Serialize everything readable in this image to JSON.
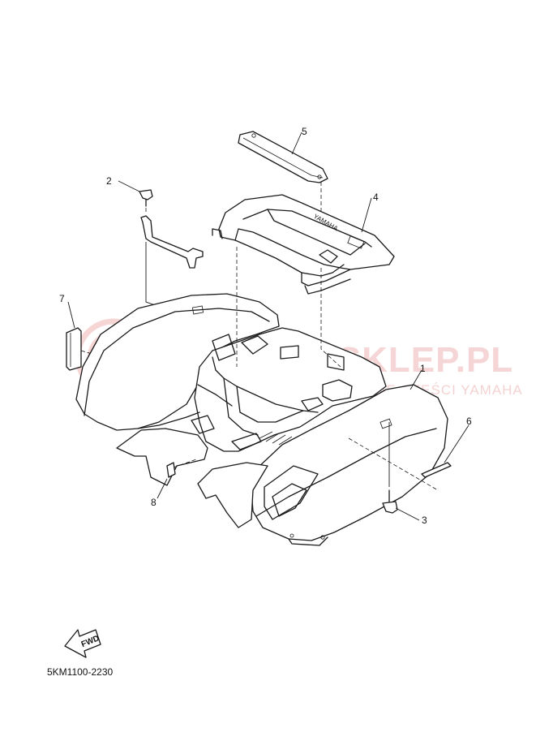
{
  "watermark": {
    "title": "YAMAHA-SKLEP.PL",
    "subtitle": "CZĘŚCI MOTOCYKLOWE CZĘŚCI YAMAHA",
    "color": "#f2c8c8"
  },
  "callouts": [
    {
      "id": "1",
      "label": "1"
    },
    {
      "id": "2",
      "label": "2"
    },
    {
      "id": "3",
      "label": "3"
    },
    {
      "id": "4",
      "label": "4"
    },
    {
      "id": "5",
      "label": "5"
    },
    {
      "id": "6",
      "label": "6"
    },
    {
      "id": "7",
      "label": "7"
    },
    {
      "id": "8",
      "label": "8"
    }
  ],
  "fwd_label": "FWD",
  "part_code": "5KM1100-2230",
  "fender_brand": "YAMAHA",
  "icons": [
    "fwd-arrow-icon",
    "watermark-logo-icon"
  ]
}
